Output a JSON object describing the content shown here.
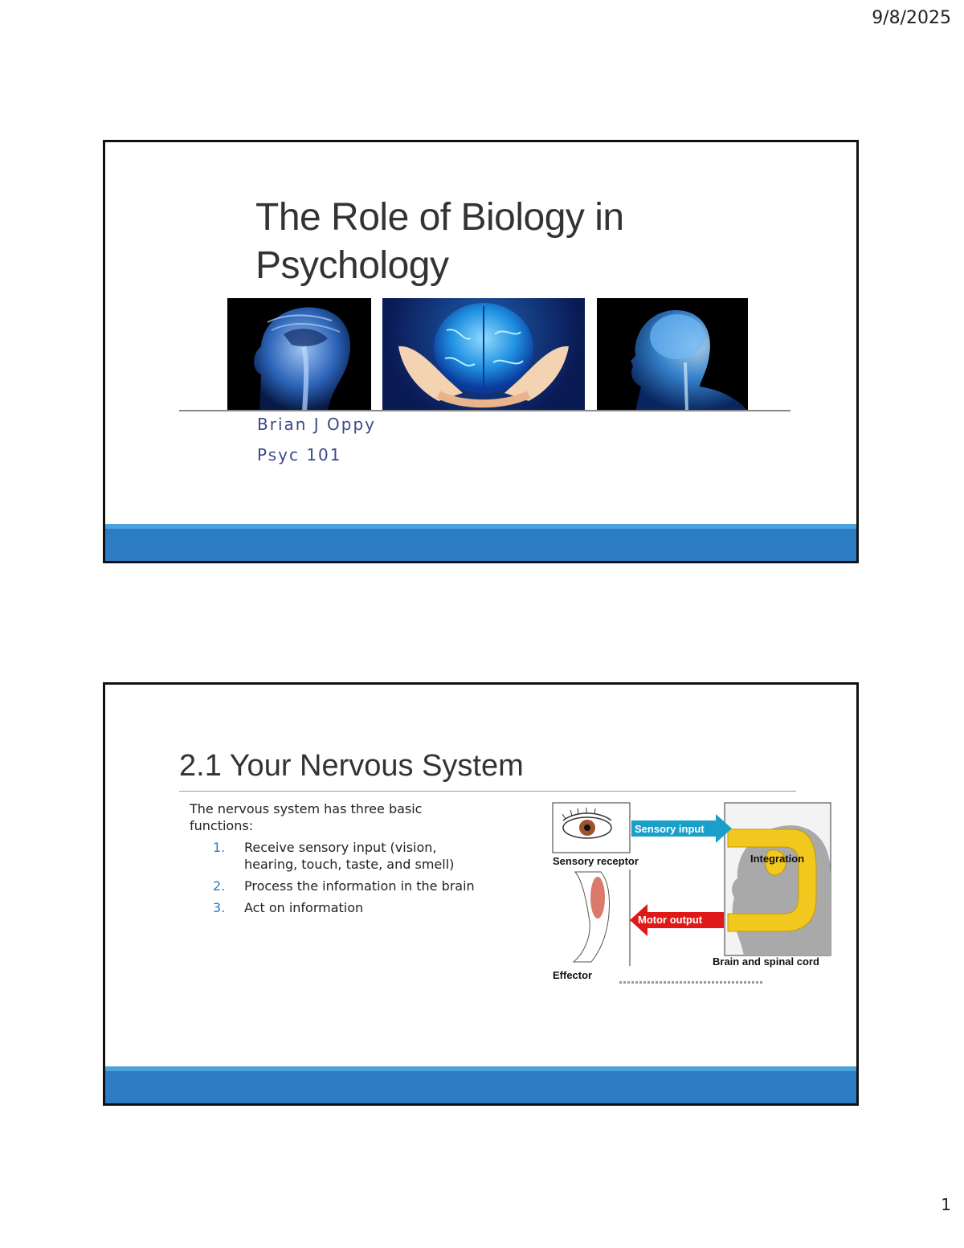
{
  "page": {
    "date": "9/8/2025",
    "number": "1"
  },
  "slide1": {
    "title_line1": "The Role of Biology in",
    "title_line2": "Psychology",
    "author": "Brian J Oppy",
    "course": "Psyc 101",
    "images": [
      "brain-mri-sagittal",
      "brain-in-hands",
      "xray-head-profile"
    ]
  },
  "slide2": {
    "title": "2.1 Your Nervous System",
    "intro": "The nervous system has three basic functions:",
    "items": [
      {
        "num": "1.",
        "text": "Receive sensory input (vision, hearing, touch, taste, and smell)"
      },
      {
        "num": "2.",
        "text": "Process the information in the brain"
      },
      {
        "num": "3.",
        "text": "Act on information"
      }
    ],
    "diagram": {
      "sensory_input": "Sensory input",
      "sensory_receptor": "Sensory receptor",
      "integration": "Integration",
      "motor_output": "Motor output",
      "brain": "Brain and spinal cord",
      "effector": "Effector"
    }
  },
  "colors": {
    "accent": "#2b7cc2",
    "accent_light": "#4aa3dc",
    "subtitle": "#3b4a8a",
    "arrow_sensory": "#1aa0c8",
    "arrow_motor": "#e01818",
    "loop": "#f2c81e"
  }
}
